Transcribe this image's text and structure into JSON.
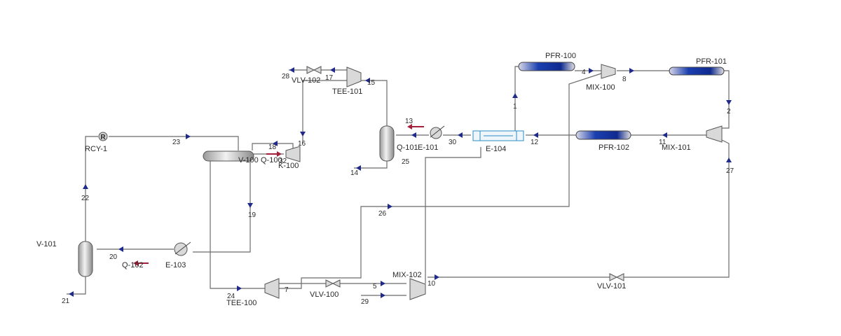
{
  "units": {
    "PFR-100": "PFR-100",
    "PFR-101": "PFR-101",
    "PFR-102": "PFR-102",
    "MIX-100": "MIX-100",
    "MIX-101": "MIX-101",
    "MIX-102": "MIX-102",
    "TEE-100": "TEE-100",
    "TEE-101": "TEE-101",
    "E-101": "E-101",
    "E-103": "E-103",
    "E-104": "E-104",
    "V-100": "V-100",
    "V-101": "V-101",
    "VLV-100": "VLV-100",
    "VLV-101": "VLV-101",
    "VLV-102": "VLV-102",
    "K-100": "K-100",
    "RCY-1": "RCY-1",
    "Q-100": "Q-100",
    "Q-101": "Q-101",
    "Q-102": "Q-102",
    "recycle_symbol": "R"
  },
  "streams": {
    "s1": "1",
    "s2": "2",
    "s4": "4",
    "s5": "5",
    "s7": "7",
    "s8": "8",
    "s10": "10",
    "s11": "11",
    "s12": "12",
    "s13": "13",
    "s14": "14",
    "s15": "15",
    "s16": "16",
    "s17": "17",
    "s18": "18",
    "s19": "19",
    "s20": "20",
    "s21": "21",
    "s22": "22",
    "s23": "23",
    "s24": "24",
    "s25": "25",
    "s26": "26",
    "s27": "27",
    "s28": "28",
    "s29": "29",
    "s30": "30",
    "s32": "32"
  },
  "colors": {
    "line": "#6b6b6b",
    "arrow": "#1f2a8a",
    "energy": "#a3203a",
    "reactor": "#1b3fb0"
  }
}
